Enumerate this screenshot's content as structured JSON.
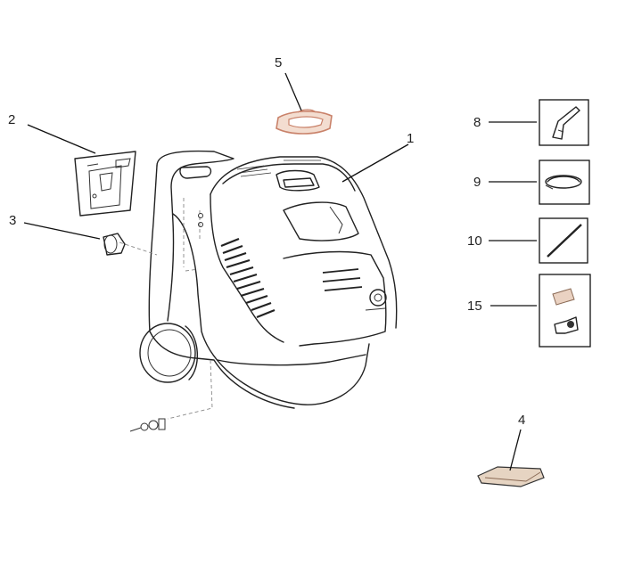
{
  "callouts": [
    {
      "id": "1",
      "text": "1"
    },
    {
      "id": "2",
      "text": "2"
    },
    {
      "id": "3",
      "text": "3"
    },
    {
      "id": "4",
      "text": "4"
    },
    {
      "id": "5",
      "text": "5"
    },
    {
      "id": "8",
      "text": "8"
    },
    {
      "id": "9",
      "text": "9"
    },
    {
      "id": "10",
      "text": "10"
    },
    {
      "id": "15",
      "text": "15"
    }
  ],
  "parts": {
    "main_unit": "pressure-washer-body",
    "panel": "side-panel",
    "cap": "nozzle-cap",
    "pad": "accessory-pad",
    "ring": "hose-ring",
    "gun": "spray-gun",
    "reel": "hose-reel",
    "lance": "lance",
    "couplers": "hose-couplers"
  },
  "colors": {
    "ink": "#222222",
    "highlight": "#c9826a",
    "highlight_fill": "#f3ddd0",
    "pad_fill": "#e6d4c2"
  }
}
